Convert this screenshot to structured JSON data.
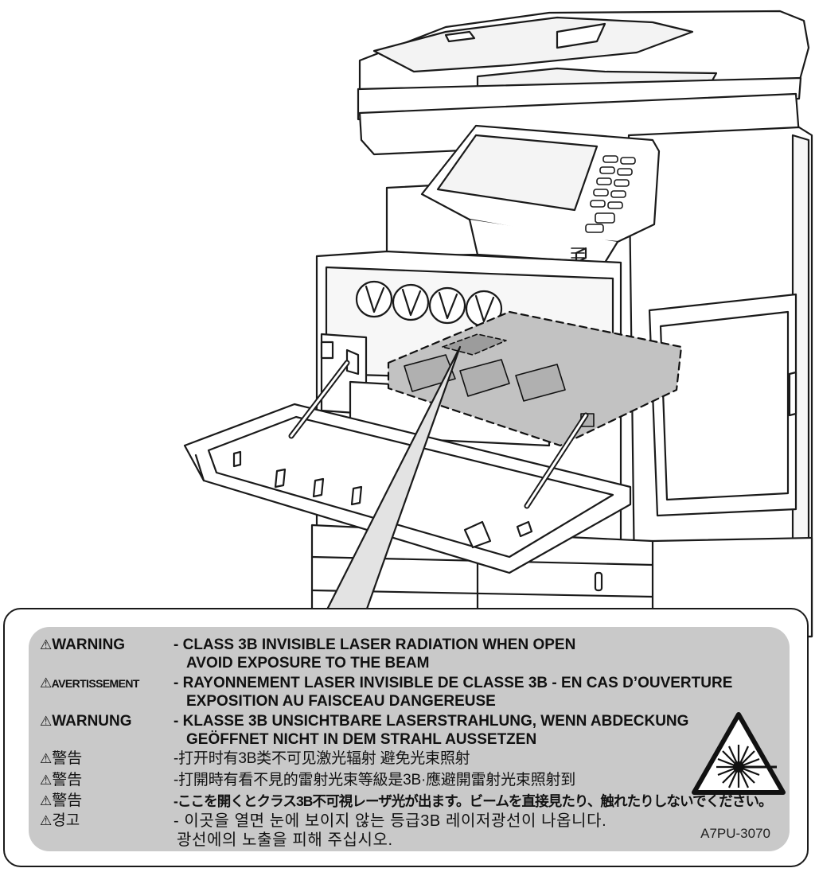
{
  "icons": {
    "warning": "warning-triangle-icon",
    "laser": "laser-radiation-icon"
  },
  "label": {
    "rows": [
      {
        "label": "WARNING",
        "text": "- CLASS 3B INVISIBLE LASER RADIATION WHEN OPEN"
      },
      {
        "label": "",
        "text": "AVOID EXPOSURE TO THE BEAM"
      },
      {
        "label": "AVERTISSEMENT",
        "text": "- RAYONNEMENT LASER INVISIBLE DE CLASSE 3B - EN CAS D’OUVERTURE"
      },
      {
        "label": "",
        "text": "EXPOSITION AU FAISCEAU DANGEREUSE"
      },
      {
        "label": "WARNUNG",
        "text": "- KLASSE 3B UNSICHTBARE LASERSTRAHLUNG, WENN ABDECKUNG"
      },
      {
        "label": "",
        "text": "GEÖFFNET NICHT IN DEM STRAHL AUSSETZEN"
      },
      {
        "label": "警告",
        "text": "-打开时有3B类不可见激光辐射  避免光束照射"
      },
      {
        "label": "警告",
        "text": "-打開時有看不見的雷射光束等級是3B·應避開雷射光束照射到"
      },
      {
        "label": "警告",
        "text": "-ここを開くとクラス3B不可視レーザ光が出ます。ビームを直接見たり、触れたりしないでください。"
      },
      {
        "label": "경고",
        "text": "- 이곳을 열면 눈에 보이지 않는 등급3B 레이저광선이 나옵니다."
      },
      {
        "label": "",
        "text": "광선에의 노출을 피해 주십시오."
      }
    ],
    "model_code": "A7PU-3070"
  }
}
